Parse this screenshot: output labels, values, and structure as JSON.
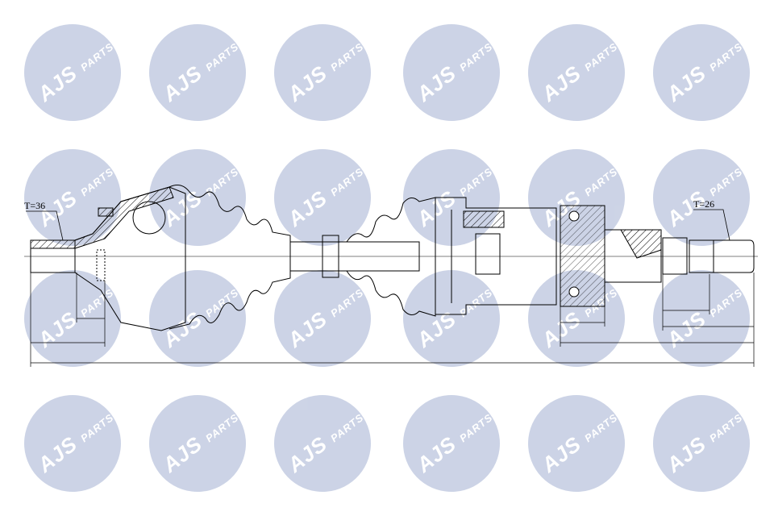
{
  "diagram": {
    "labels": {
      "left_teeth": "T=36",
      "right_teeth": "T=26"
    },
    "watermark": {
      "brand": "AJS",
      "suffix": "PARTS",
      "color": "#1a3d8f"
    }
  }
}
